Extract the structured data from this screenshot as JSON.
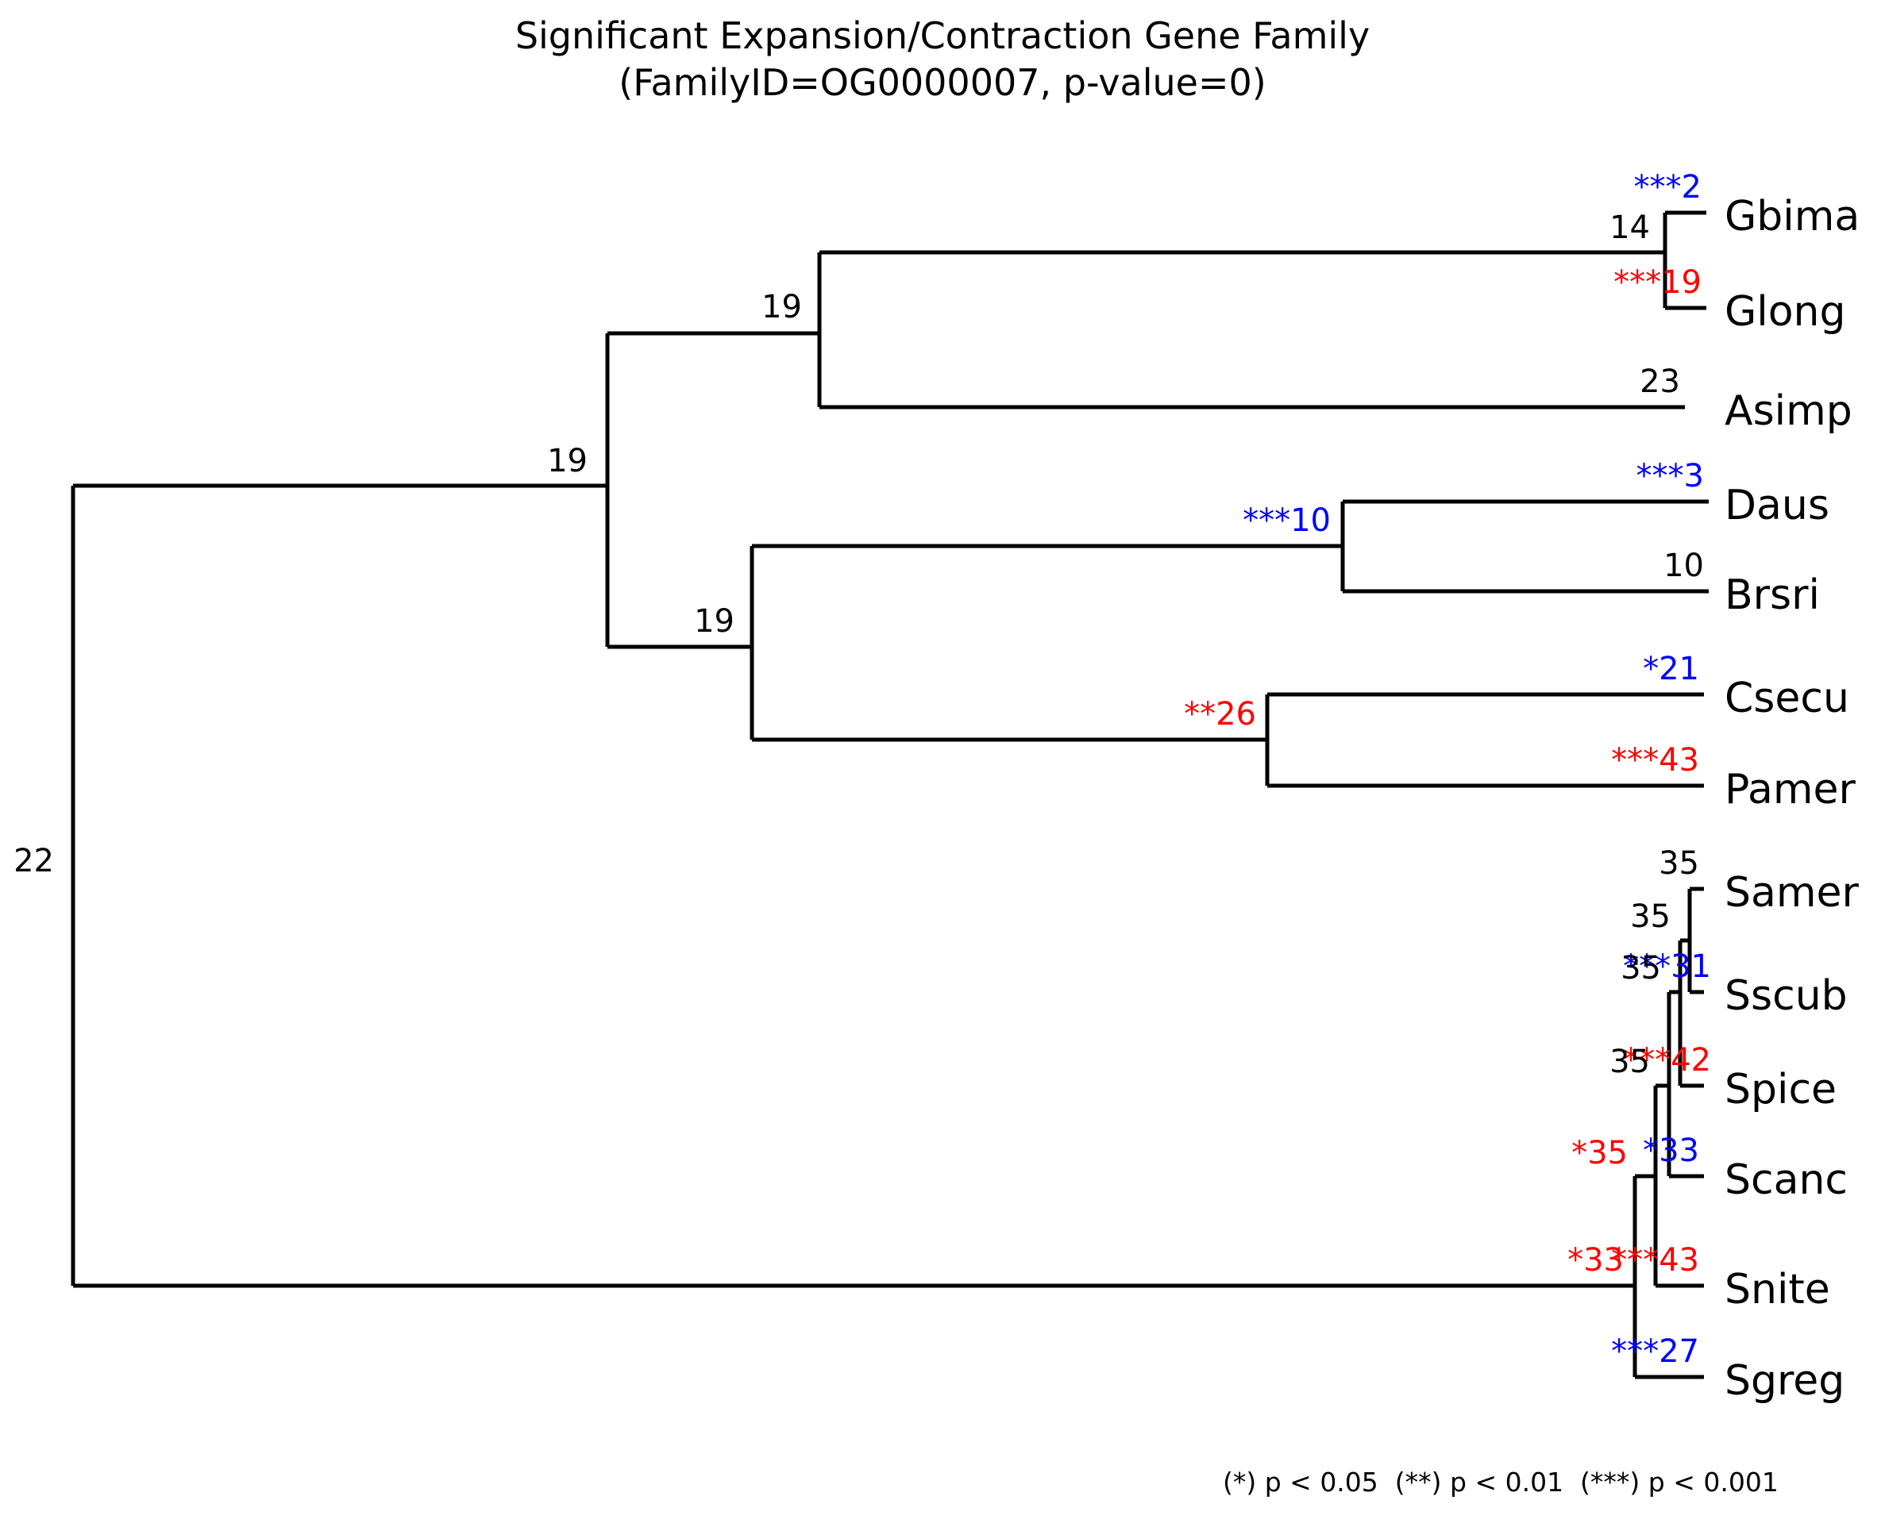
{
  "figure": {
    "title_line1": "Significant Expansion/Contraction Gene Family",
    "title_line2": "(FamilyID=OG0000007, p-value=0)",
    "footnote": "(*) p < 0.05  (**) p < 0.01  (***) p < 0.001"
  },
  "colors": {
    "expansion": "#0000ff",
    "contraction": "#ff0000",
    "neutral": "#000000",
    "branch": "#000000",
    "background": "#ffffff"
  },
  "chart_data": {
    "type": "tree",
    "title": "Significant Expansion/Contraction Gene Family (FamilyID=OG0000007, p-value=0)",
    "family_id": "OG0000007",
    "p_value": "0",
    "legend": "(*) p < 0.05  (**) p < 0.01  (***) p < 0.001",
    "significance_legend": [
      {
        "marks": "*",
        "threshold": "p < 0.05"
      },
      {
        "marks": "**",
        "threshold": "p < 0.01"
      },
      {
        "marks": "***",
        "threshold": "p < 0.001"
      }
    ],
    "leaf_order": [
      "Gbima",
      "Glong",
      "Asimp",
      "Daus",
      "Brsri",
      "Csecu",
      "Pamer",
      "Samer",
      "Sscub",
      "Spice",
      "Scanc",
      "Snite",
      "Sgreg"
    ],
    "leaves": [
      {
        "name": "Gbima",
        "count": 2,
        "stars": "***",
        "change": "expansion"
      },
      {
        "name": "Glong",
        "count": 19,
        "stars": "***",
        "change": "contraction"
      },
      {
        "name": "Asimp",
        "count": 23,
        "stars": "",
        "change": "neutral"
      },
      {
        "name": "Daus",
        "count": 3,
        "stars": "***",
        "change": "expansion"
      },
      {
        "name": "Brsri",
        "count": 10,
        "stars": "",
        "change": "neutral"
      },
      {
        "name": "Csecu",
        "count": 21,
        "stars": "*",
        "change": "expansion"
      },
      {
        "name": "Pamer",
        "count": 43,
        "stars": "***",
        "change": "contraction"
      },
      {
        "name": "Samer",
        "count": 35,
        "stars": "",
        "change": "neutral"
      },
      {
        "name": "Sscub",
        "count": 31,
        "stars": "***",
        "change": "expansion"
      },
      {
        "name": "Spice",
        "count": 42,
        "stars": "***",
        "change": "contraction"
      },
      {
        "name": "Scanc",
        "count": 33,
        "stars": "*",
        "change": "expansion"
      },
      {
        "name": "Snite",
        "count": 43,
        "stars": "***",
        "change": "contraction"
      },
      {
        "name": "Sgreg",
        "count": 27,
        "stars": "***",
        "change": "expansion"
      }
    ],
    "internal_nodes": [
      {
        "id": "root",
        "label": "22",
        "count": 22,
        "stars": "",
        "change": "neutral"
      },
      {
        "id": "clade-upper",
        "label": "19",
        "count": 19,
        "stars": "",
        "change": "neutral"
      },
      {
        "id": "gbima-glong-asimp",
        "label": "19",
        "count": 19,
        "stars": "",
        "change": "neutral"
      },
      {
        "id": "gbima-glong",
        "label": "14",
        "count": 14,
        "stars": "",
        "change": "neutral"
      },
      {
        "id": "daus-pamer",
        "label": "19",
        "count": 19,
        "stars": "",
        "change": "neutral"
      },
      {
        "id": "daus-brsri",
        "label": "10",
        "count": 10,
        "stars": "***",
        "change": "expansion"
      },
      {
        "id": "csecu-pamer",
        "label": "26",
        "count": 26,
        "stars": "**",
        "change": "contraction"
      },
      {
        "id": "samer-sscub",
        "label": "35",
        "count": 35,
        "stars": "",
        "change": "neutral"
      },
      {
        "id": "samer-spice",
        "label": "35",
        "count": 35,
        "stars": "",
        "change": "neutral"
      },
      {
        "id": "samer-scanc",
        "label": "35",
        "count": 35,
        "stars": "",
        "change": "neutral"
      },
      {
        "id": "samer-snite",
        "label": "35",
        "count": 35,
        "stars": "*",
        "change": "contraction"
      },
      {
        "id": "s-clade-root",
        "label": "33",
        "count": 33,
        "stars": "*",
        "change": "contraction"
      }
    ]
  },
  "labels": {
    "root_value": "22",
    "clade_upper_value": "19",
    "gbima_glong_asimp_value": "19",
    "gbima_glong_value": "14",
    "daus_pamer_value": "19",
    "daus_brsri_value": "***10",
    "csecu_pamer_value": "**26",
    "samer_sscub_value": "35",
    "samer_spice_value": "35",
    "samer_scanc_value": "35",
    "samer_snite_value": "*35",
    "s_clade_root_value": "*33",
    "gbima": "Gbima",
    "gbima_value": "***2",
    "glong": "Glong",
    "glong_value": "***19",
    "asimp": "Asimp",
    "asimp_value": "23",
    "daus": "Daus",
    "daus_value": "***3",
    "brsri": "Brsri",
    "brsri_value": "10",
    "csecu": "Csecu",
    "csecu_value": "*21",
    "pamer": "Pamer",
    "pamer_value": "***43",
    "samer": "Samer",
    "samer_value": "35",
    "sscub": "Sscub",
    "sscub_value": "***31",
    "spice": "Spice",
    "spice_value": "***42",
    "scanc": "Scanc",
    "scanc_value": "*33",
    "snite": "Snite",
    "snite_value": "***43",
    "sgreg": "Sgreg",
    "sgreg_value": "***27"
  }
}
